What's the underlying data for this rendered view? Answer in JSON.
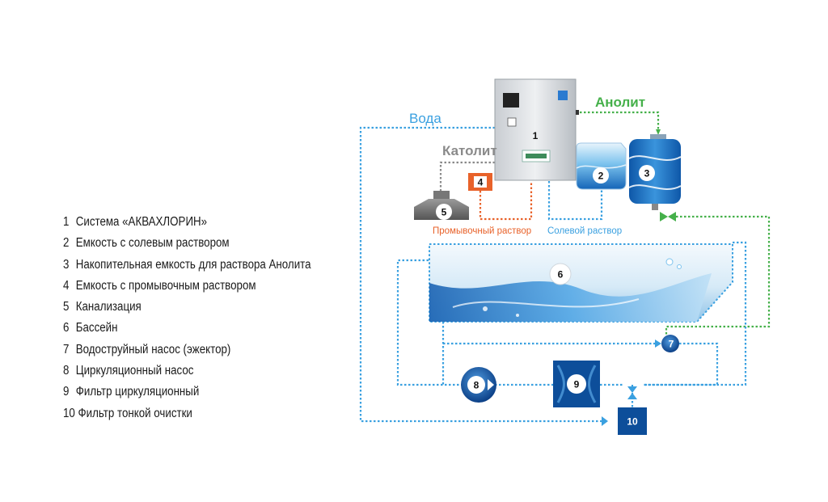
{
  "legend": [
    {
      "num": "1",
      "text": "Система «АКВАХЛОРИН»"
    },
    {
      "num": "2",
      "text": "Емкость с солевым раствором"
    },
    {
      "num": "3",
      "text": "Накопительная емкость для раствора Анолита"
    },
    {
      "num": "4",
      "text": "Емкость с промывочным раствором"
    },
    {
      "num": "5",
      "text": "Канализация"
    },
    {
      "num": "6",
      "text": "Бассейн"
    },
    {
      "num": "7",
      "text": "Водоструйный насос (эжектор)"
    },
    {
      "num": "8",
      "text": "Циркуляционный насос"
    },
    {
      "num": "9",
      "text": "Фильтр циркуляционный"
    },
    {
      "num": "10",
      "text": "Фильтр тонкой очистки"
    }
  ],
  "labels": {
    "water": "Вода",
    "anolyte": "Анолит",
    "catholyte": "Католит",
    "wash_solution": "Промывочный раствор",
    "salt_solution": "Солевой раствор"
  },
  "badges": {
    "unit": "1",
    "salt_tank": "2",
    "anolyte_tank": "3",
    "wash_tank": "4",
    "sewer": "5",
    "pool": "6",
    "ejector": "7",
    "circ_pump": "8",
    "circ_filter": "9",
    "fine_filter": "10"
  },
  "colors": {
    "water_line": "#3aa0e0",
    "anolyte_line": "#45b04a",
    "catholyte_line": "#8a8a8a",
    "wash_line": "#e8622a",
    "salt_line": "#3aa0e0",
    "pool_blue": "#2a6fb8",
    "dark_blue": "#0d4e9a"
  }
}
